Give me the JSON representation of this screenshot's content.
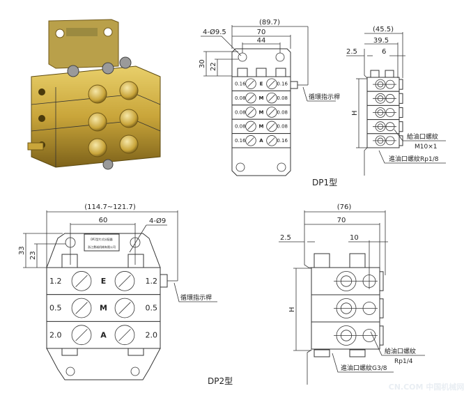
{
  "dp1": {
    "title": "DP1型",
    "front": {
      "dim_overall": "(89.7)",
      "dim_width": "70",
      "dim_holes": "44",
      "dim_height_30": "30",
      "dim_height_22": "22",
      "holes": "4-Ø9.5",
      "indicator_label": "循環指示桿",
      "rows": [
        {
          "left": "0.16",
          "mark": "E",
          "right": "0.16"
        },
        {
          "left": "0.08",
          "mark": "M",
          "right": "0.08"
        },
        {
          "left": "0.08",
          "mark": "M",
          "right": "0.08"
        },
        {
          "left": "0.08",
          "mark": "M",
          "right": "0.08"
        },
        {
          "left": "0.16",
          "mark": "A",
          "right": "0.16"
        }
      ]
    },
    "side": {
      "dim_overall": "(45.5)",
      "dim_width": "39.5",
      "dim_plate": "2.5",
      "dim_offset": "6",
      "dim_h": "H",
      "outlet_label": "給油口螺紋",
      "outlet_thread": "M10×1",
      "inlet_label": "進油口螺紋Rp1/8"
    }
  },
  "dp2": {
    "title": "DP2型",
    "front": {
      "dim_overall": "(114.7~121.7)",
      "dim_holes": "60",
      "holes": "4-Ø9",
      "dim_height_33": "33",
      "dim_height_23": "23",
      "indicator_label": "循環指示桿",
      "nameplate_line1": "DP2型片式分配器",
      "nameplate_line2": "浙江鼎诚机械有限公司",
      "rows": [
        {
          "left": "1.2",
          "mark": "E",
          "right": "1.2"
        },
        {
          "left": "0.5",
          "mark": "M",
          "right": "0.5"
        },
        {
          "left": "2.0",
          "mark": "A",
          "right": "2.0"
        }
      ]
    },
    "side": {
      "dim_overall": "(76)",
      "dim_width": "70",
      "dim_plate": "2.5",
      "dim_offset": "10",
      "dim_h": "H",
      "outlet_label": "給油口螺紋",
      "outlet_thread": "Rp1/4",
      "inlet_label": "進油口螺紋G3/8"
    }
  },
  "watermark": "CN.COM 中国机械网",
  "colors": {
    "brass": "#c9a53a",
    "brass_dark": "#8a6d1c",
    "line": "#333333"
  }
}
